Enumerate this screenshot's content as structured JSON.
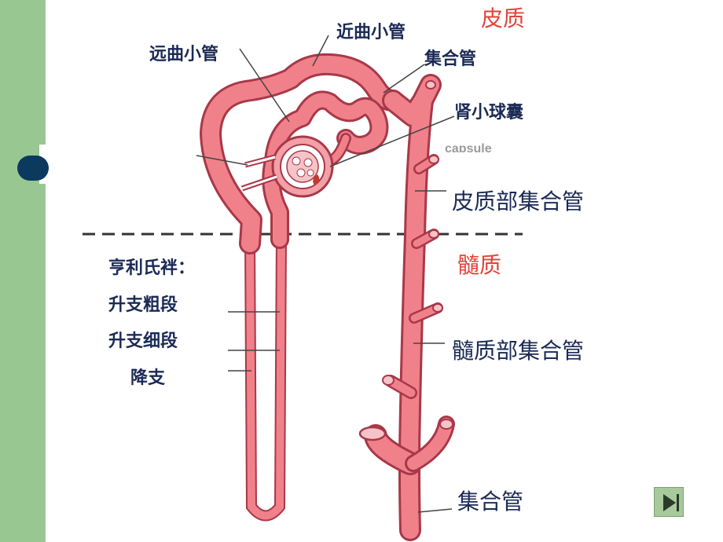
{
  "labels": {
    "distal_tubule": "远曲小管",
    "proximal_tubule": "近曲小管",
    "collecting_duct_top": "集合管",
    "cortex": "皮质",
    "bowman_capsule": "肾小球囊",
    "capsule_en": "capsule",
    "cortical_collecting_duct": "皮质部集合管",
    "medulla": "髓质",
    "loop_of_henle": "亨利氏袢：",
    "thick_ascending": "升支粗段",
    "thin_ascending": "升支细段",
    "descending": "降支",
    "medullary_collecting_duct": "髓质部集合管",
    "collecting_duct_bottom": "集合管"
  },
  "colors": {
    "sidebar": "#99c792",
    "bullet": "#0c3a5e",
    "tubule_fill": "#f0808a",
    "tubule_outline": "#a83848",
    "red_label": "#e0443a",
    "text": "#1b2a55"
  },
  "nav": {
    "next_icon": "play-icon"
  }
}
